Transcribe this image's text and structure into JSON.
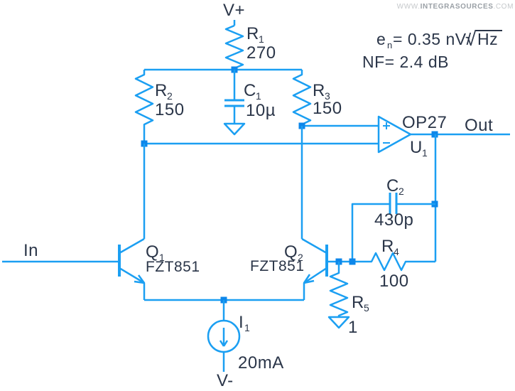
{
  "watermark": {
    "prefix": "WWW.",
    "brand": "INTEGRASOURCES",
    "suffix": ".COM"
  },
  "specs": {
    "noise_symbol": "e",
    "noise_sub": "n",
    "noise_value": "= 0.35 nV/",
    "sqrt_sign": "√",
    "sqrt_arg": "Hz",
    "noise_figure": "NF= 2.4 dB"
  },
  "ports": {
    "v_plus": "V+",
    "v_minus": "V-",
    "input": "In",
    "output": "Out"
  },
  "components": {
    "r1": {
      "ref": "R",
      "sub": "1",
      "value": "270"
    },
    "r2": {
      "ref": "R",
      "sub": "2",
      "value": "150"
    },
    "r3": {
      "ref": "R",
      "sub": "3",
      "value": "150"
    },
    "r4": {
      "ref": "R",
      "sub": "4",
      "value": "100"
    },
    "r5": {
      "ref": "R",
      "sub": "5",
      "value": "1"
    },
    "c1": {
      "ref": "C",
      "sub": "1",
      "value": "10µ"
    },
    "c2": {
      "ref": "C",
      "sub": "2",
      "value": "430p"
    },
    "q1": {
      "ref": "Q",
      "sub": "1",
      "part": "FZT851"
    },
    "q2": {
      "ref": "Q",
      "sub": "2",
      "part": "FZT851"
    },
    "u1": {
      "ref": "U",
      "sub": "1",
      "part": "OP27"
    },
    "i1": {
      "ref": "I",
      "sub": "1",
      "value": "20mA"
    }
  },
  "colors": {
    "wire": "#1b9ff2",
    "junction": "#0d87ea",
    "label": "#2b3649",
    "watermark_light": "#c5c8cb",
    "watermark_dark": "#9aa0a6"
  }
}
